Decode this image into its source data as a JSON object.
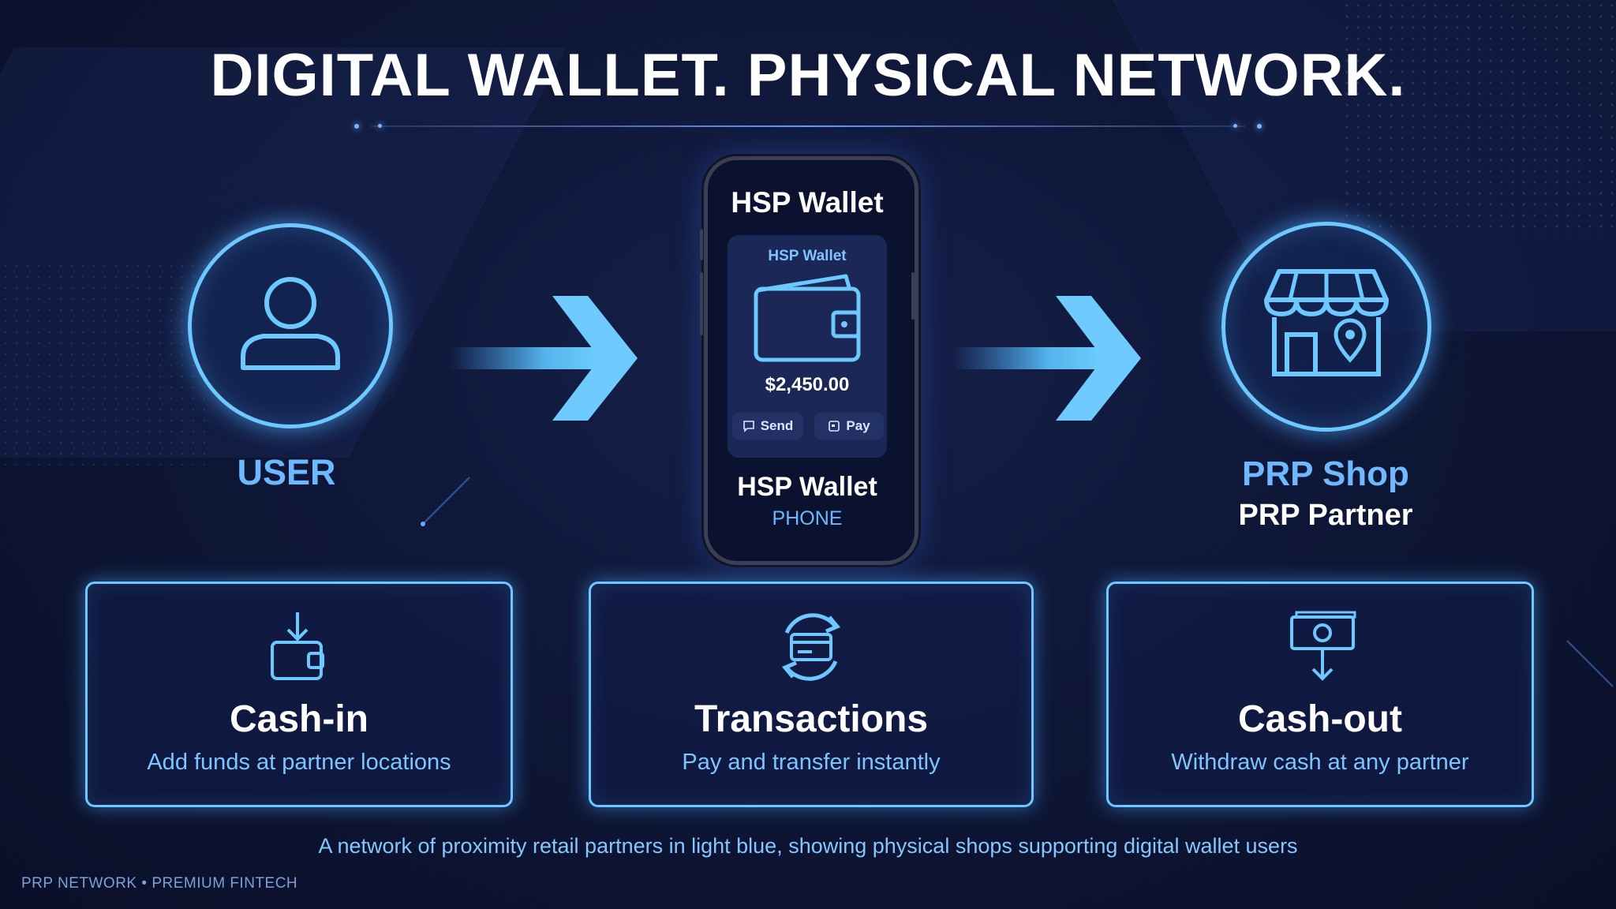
{
  "title": "DIGITAL WALLET. PHYSICAL NETWORK.",
  "user": {
    "label": "USER"
  },
  "phone": {
    "header": "HSP Wallet",
    "card_title": "HSP Wallet",
    "balance": "$2,450.00",
    "send_label": "Send",
    "pay_label": "Pay",
    "name": "HSP Wallet",
    "device": "PHONE"
  },
  "shop": {
    "name": "PRP Shop",
    "partner": "PRP Partner"
  },
  "features": [
    {
      "title": "Cash-in",
      "subtitle": "Add funds at partner locations",
      "icon": "wallet-download-icon"
    },
    {
      "title": "Transactions",
      "subtitle": "Pay and transfer instantly",
      "icon": "card-exchange-icon"
    },
    {
      "title": "Cash-out",
      "subtitle": "Withdraw cash at any partner",
      "icon": "cash-withdraw-icon"
    }
  ],
  "caption": "A network of proximity retail partners in light blue, showing physical shops supporting digital wallet users",
  "footer": "PRP NETWORK • PREMIUM FINTECH",
  "colors": {
    "accent": "#6cc8ff",
    "background": "#0f1738",
    "label_blue": "#6db8ff"
  }
}
